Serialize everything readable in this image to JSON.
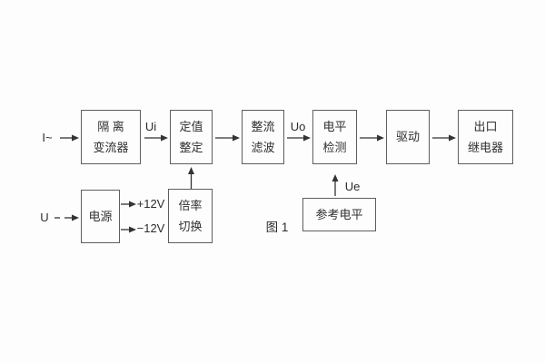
{
  "figure": {
    "caption": "图 1"
  },
  "boxes": {
    "isolation": {
      "lines": [
        "隔 离",
        "变流器"
      ]
    },
    "setting": {
      "lines": [
        "定值",
        "整定"
      ]
    },
    "rectifier": {
      "lines": [
        "整流",
        "滤波"
      ]
    },
    "level_detect": {
      "lines": [
        "电平",
        "检测"
      ]
    },
    "drive": {
      "lines": [
        "驱动"
      ]
    },
    "output_relay": {
      "lines": [
        "出口",
        "继电器"
      ]
    },
    "power": {
      "lines": [
        "电源"
      ]
    },
    "ratio_switch": {
      "lines": [
        "倍率",
        "切换"
      ]
    },
    "reference_level": {
      "lines": [
        "参考电平"
      ]
    }
  },
  "labels": {
    "input_current": "I~",
    "input_voltage": "U",
    "ui": "Ui",
    "uo": "Uo",
    "ue": "Ue",
    "plus12v": "+12V",
    "minus12v": "−12V"
  },
  "colors": {
    "box_border": "#5e5e5e",
    "arrow": "#333333",
    "text": "#303030",
    "background": "#fdfdfd"
  }
}
